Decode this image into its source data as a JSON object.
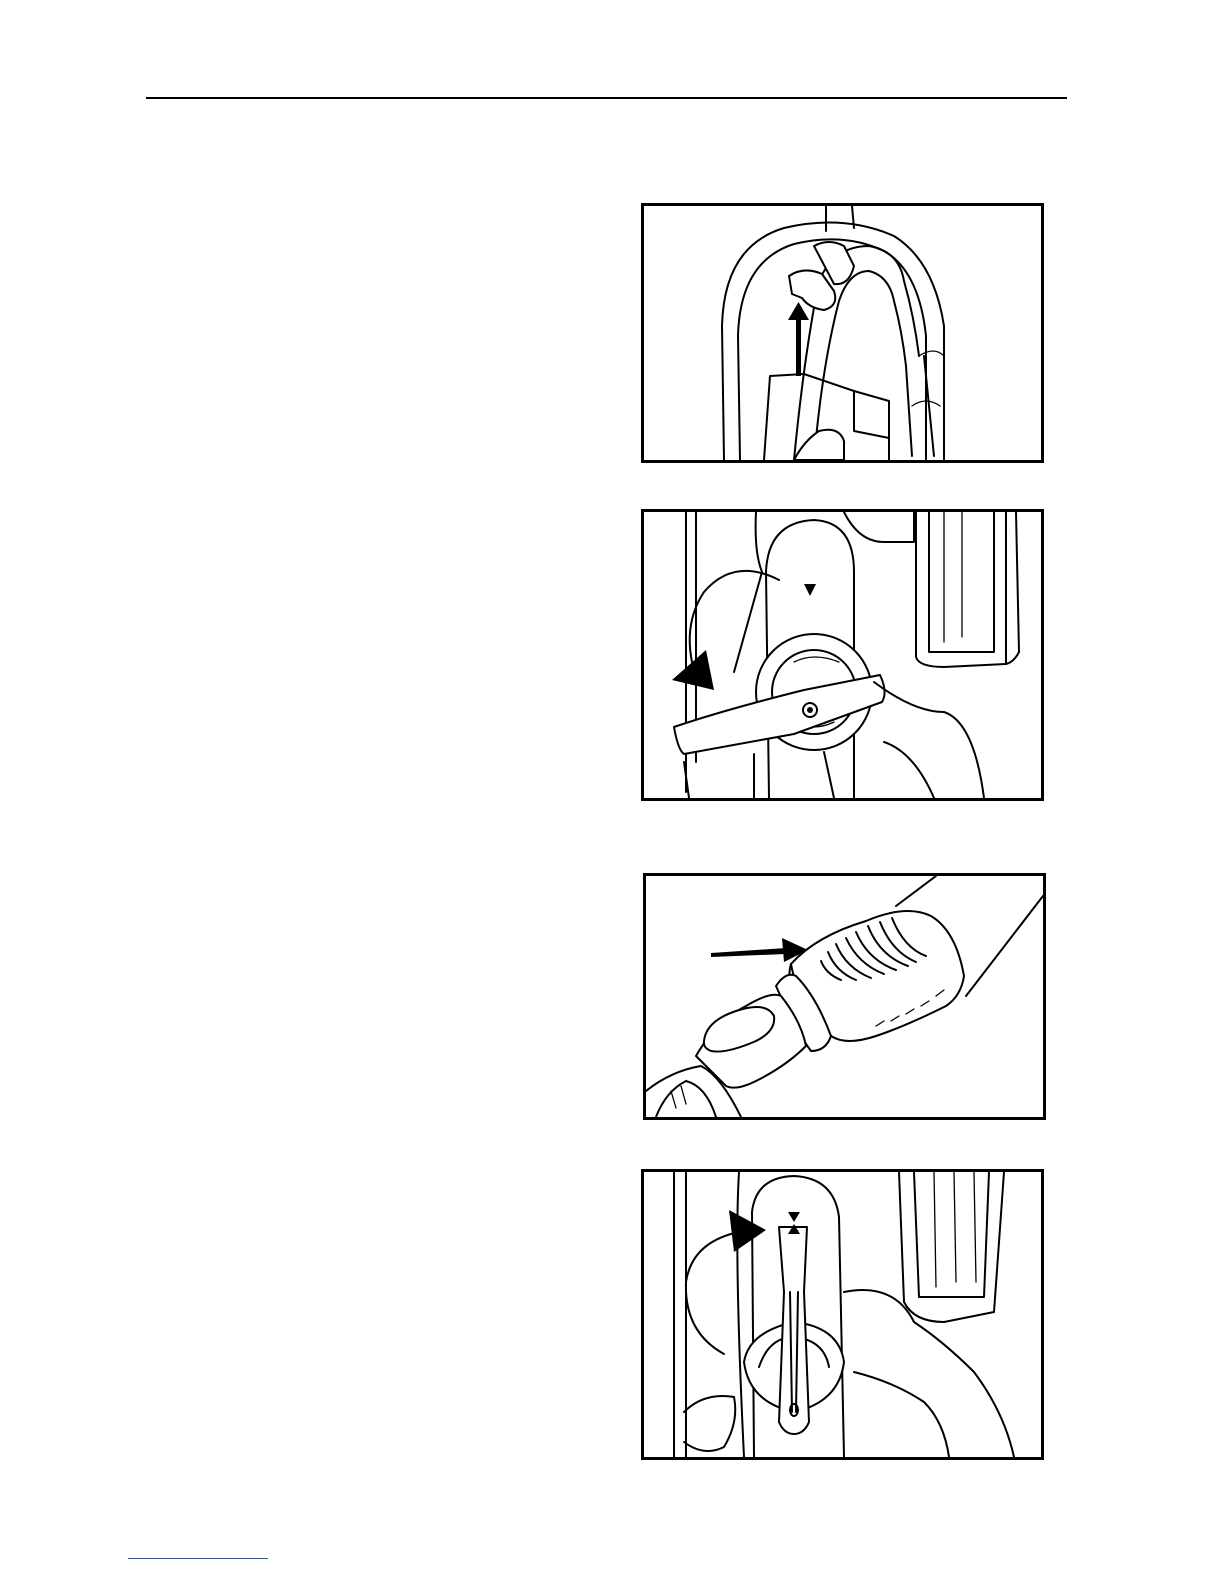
{
  "page": {
    "background": "#ffffff",
    "rule_color": "#000000",
    "link_rule_color": "#2a4fd6"
  },
  "figures": [
    {
      "id": "fig1",
      "icon": "upward-arrow-icon"
    },
    {
      "id": "fig2",
      "icon": "rotate-counterclockwise-arrow-icon"
    },
    {
      "id": "fig3",
      "icon": "right-arrow-icon"
    },
    {
      "id": "fig4",
      "icon": "rotate-clockwise-arrow-icon"
    }
  ]
}
